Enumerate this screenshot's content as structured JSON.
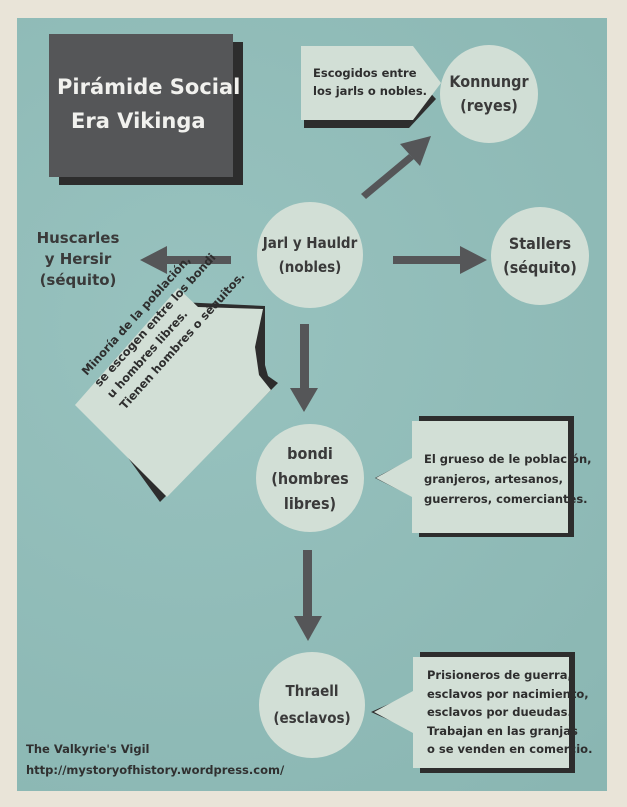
{
  "title": {
    "line1": "Pirámide Social",
    "line2": "Era Vikinga"
  },
  "nodes": {
    "konnungr": "Konnungr\n(reyes)",
    "jarl": "Jarl y Hauldr\n(nobles)",
    "huscarles": "Huscarles\ny Hersir\n(séquito)",
    "stallers": "Stallers\n(séquito)",
    "bondi": "bondi\n(hombres\nlibres)",
    "thraell": "Thraell\n(esclavos)"
  },
  "notes": {
    "konnungr": "Escogidos entre\nlos jarls o nobles.",
    "jarl": "Minoría de la población,\nse escogen  entre los bondi\nu hombres libres.\nTienen hombres o séquitos.",
    "bondi": "El grueso de le población,\ngranjeros, artesanos,\nguerreros, comerciantes.",
    "thraell": "Prisioneros de guerra,\nesclavos por nacimiento,\nesclavos por dueudas.\nTrabajan en las granjas\no se venden en comercio."
  },
  "credits": {
    "blog": "The Valkyrie's Vigil",
    "url": "http://mystoryofhistory.wordpress.com/"
  },
  "colors": {
    "background": "#8fbdb9",
    "circle": "#d2dfd6",
    "arrow": "#555658",
    "note_box": "#d2dfd6",
    "title_box": "#555658"
  }
}
